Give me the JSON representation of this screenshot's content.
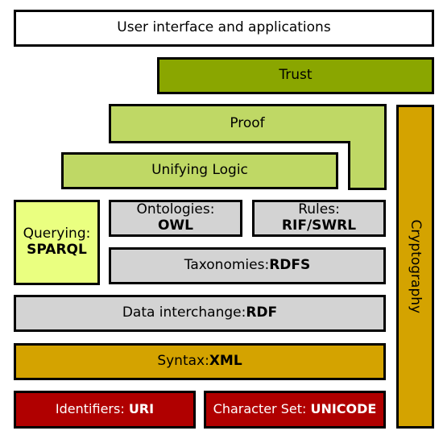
{
  "layers": {
    "user_interface": "User interface and applications",
    "trust": "Trust",
    "proof": "Proof",
    "unifying_logic": "Unifying Logic",
    "querying": {
      "label": "Querying:",
      "tech": "SPARQL"
    },
    "ontologies": {
      "label": "Ontologies:",
      "tech": "OWL"
    },
    "rules": {
      "label": "Rules:",
      "tech": "RIF/SWRL"
    },
    "taxonomies": {
      "label": "Taxonomies:",
      "tech": "RDFS"
    },
    "data_interchange": {
      "label": "Data interchange:",
      "tech": "RDF"
    },
    "syntax": {
      "label": "Syntax:",
      "tech": "XML"
    },
    "identifiers": {
      "label": "Identifiers: ",
      "tech": "URI"
    },
    "character_set": {
      "label": "Character Set: ",
      "tech": "UNICODE"
    },
    "cryptography": "Cryptography"
  },
  "colors": {
    "trust": "#8aa600",
    "proof": "#bfd865",
    "querying": "#eaff80",
    "grey_layers": "#d3d3d3",
    "syntax": "#d4a300",
    "identifiers": "#b00000",
    "cryptography": "#d4a300"
  }
}
